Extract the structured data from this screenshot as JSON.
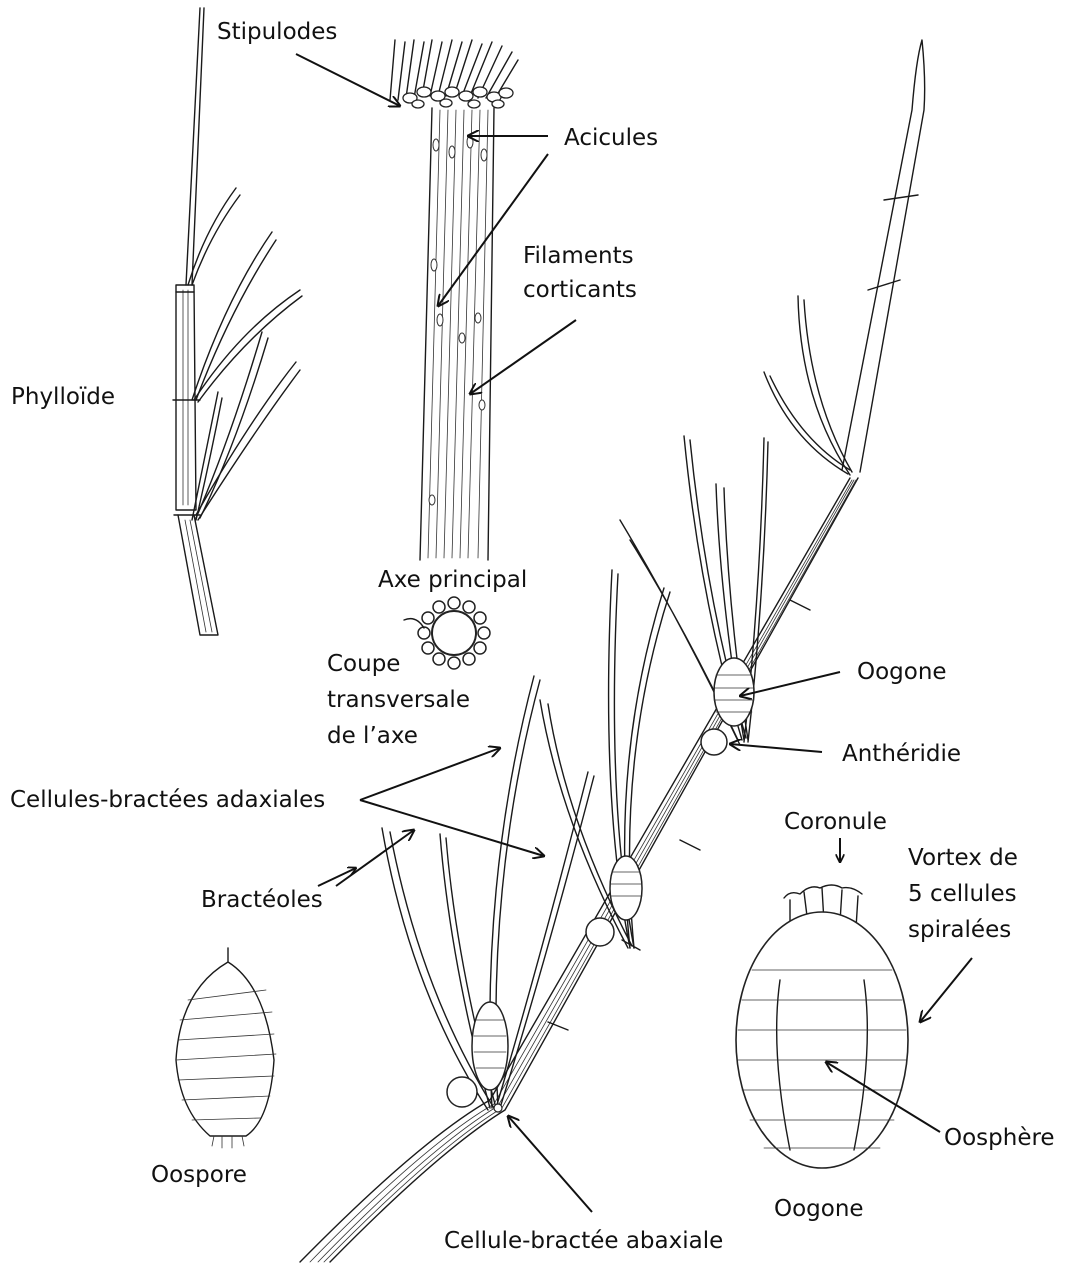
{
  "labels": {
    "stipulodes": "Stipulodes",
    "acicules": "Acicules",
    "filaments_1": "Filaments",
    "filaments_2": "corticants",
    "phylloide": "Phylloïde",
    "axe_principal": "Axe principal",
    "coupe_1": "Coupe",
    "coupe_2": "transversale",
    "coupe_3": "de l’axe",
    "oogone_top": "Oogone",
    "antheridie": "Anthéridie",
    "cellules_adaxiales": "Cellules-bractées adaxiales",
    "bracteoles": "Bractéoles",
    "coronule": "Coronule",
    "vortex_1": "Vortex de",
    "vortex_2": "5 cellules",
    "vortex_3": "spiralées",
    "oosphere": "Oosphère",
    "oospore": "Oospore",
    "oogone_bottom": "Oogone",
    "cellule_abaxiale": "Cellule-bractée abaxiale"
  }
}
